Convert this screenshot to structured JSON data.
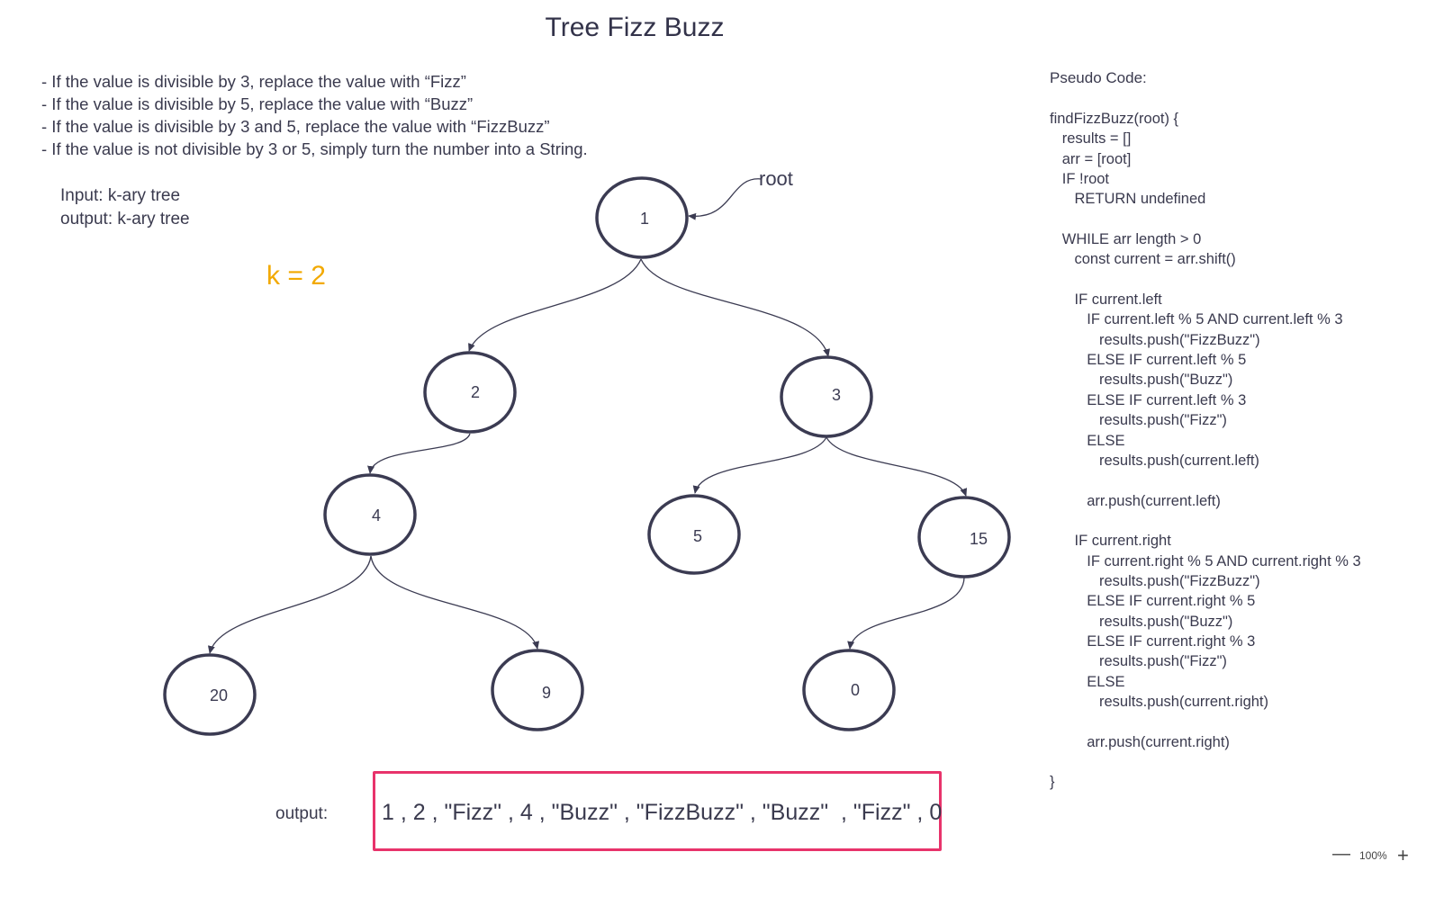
{
  "title": "Tree Fizz Buzz",
  "rules": [
    "- If the value is divisible by 3, replace the value with “Fizz”",
    "- If the value is divisible by 5, replace the value with “Buzz”",
    "- If the value is divisible by 3 and 5, replace the value with “FizzBuzz”",
    "- If the value is not divisible by 3 or 5, simply turn the number into a String."
  ],
  "io": {
    "input": "Input: k-ary tree",
    "output": "output: k-ary tree"
  },
  "k_label": "k = 2",
  "colors": {
    "accent": "#f2a900",
    "stroke": "#3b3b52",
    "output_border": "#e8336b"
  },
  "tree": {
    "root_label": "root",
    "nodes": [
      "1",
      "2",
      "3",
      "4",
      "5",
      "15",
      "20",
      "9",
      "0"
    ]
  },
  "pseudo_code": {
    "title": "Pseudo Code:",
    "lines": [
      "findFizzBuzz(root) {",
      "   results = []",
      "   arr = [root]",
      "   IF !root",
      "      RETURN undefined",
      "",
      "   WHILE arr length > 0",
      "      const current = arr.shift()",
      "",
      "      IF current.left",
      "         IF current.left % 5 AND current.left % 3",
      "            results.push(\"FizzBuzz\")",
      "         ELSE IF current.left % 5",
      "            results.push(\"Buzz\")",
      "         ELSE IF current.left % 3",
      "            results.push(\"Fizz\")",
      "         ELSE",
      "            results.push(current.left)",
      "",
      "         arr.push(current.left)",
      "",
      "      IF current.right",
      "         IF current.right % 5 AND current.right % 3",
      "            results.push(\"FizzBuzz\")",
      "         ELSE IF current.right % 5",
      "            results.push(\"Buzz\")",
      "         ELSE IF current.right % 3",
      "            results.push(\"Fizz\")",
      "         ELSE",
      "            results.push(current.right)",
      "",
      "         arr.push(current.right)",
      "",
      "}"
    ]
  },
  "output": {
    "label": "output:",
    "value": "1 , 2 , \"Fizz\" , 4 , \"Buzz\" , \"FizzBuzz\" , \"Buzz\"  , \"Fizz\" , 0"
  },
  "zoom": {
    "minus": "—",
    "level": "100%",
    "plus": "+"
  }
}
